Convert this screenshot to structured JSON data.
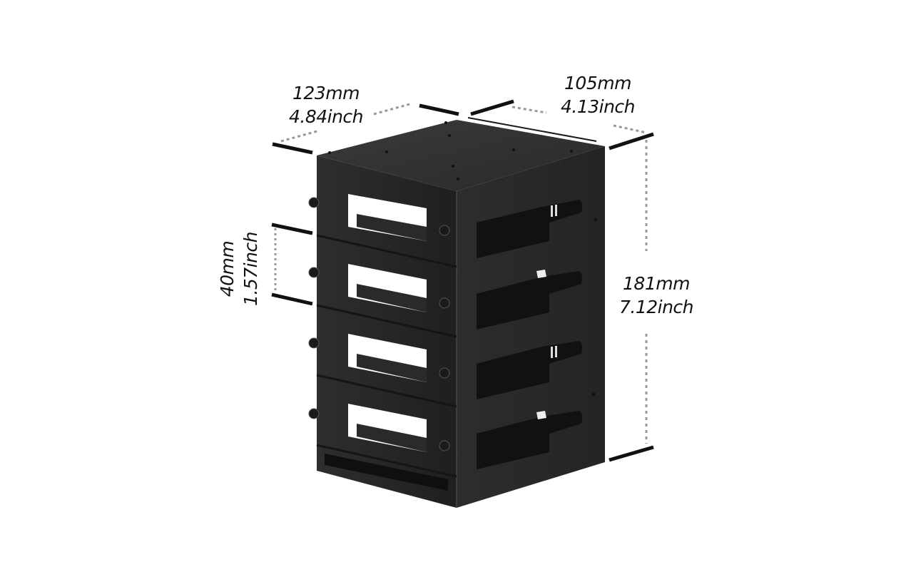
{
  "image": {
    "subject": "Black metal 4-bay drive cage with dimension annotations",
    "background_color": "#ffffff",
    "product_color": "#2b2b2b",
    "dimension_line_color": "#111111",
    "dotted_line_color": "#9a9a9a"
  },
  "dimensions": {
    "depth": {
      "mm": "123mm",
      "inch": "4.84inch"
    },
    "width": {
      "mm": "105mm",
      "inch": "4.13inch"
    },
    "bay_height": {
      "mm": "40mm",
      "inch": "1.57inch"
    },
    "total_height": {
      "mm": "181mm",
      "inch": "7.12inch"
    }
  },
  "cage": {
    "bay_count": 4
  }
}
